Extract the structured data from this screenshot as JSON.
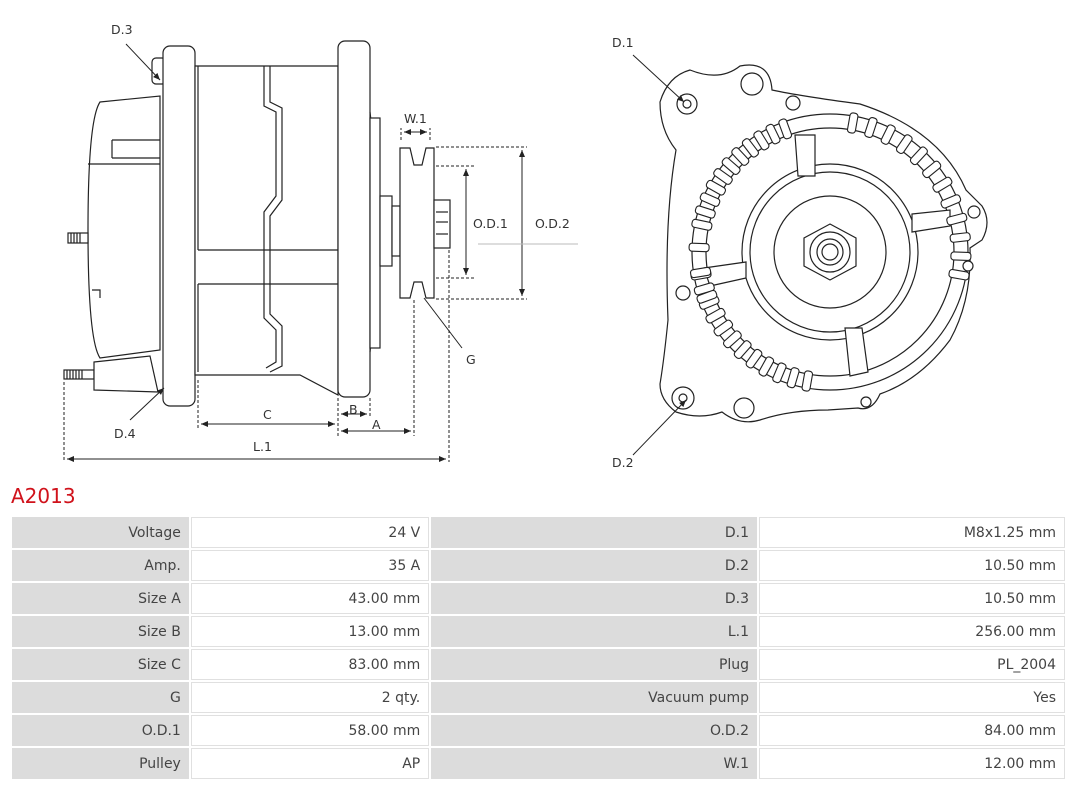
{
  "diagram": {
    "labels": {
      "d3": "D.3",
      "d4": "D.4",
      "w1": "W.1",
      "od1": "O.D.1",
      "od2": "O.D.2",
      "g": "G",
      "c": "C",
      "b": "B",
      "a": "A",
      "l1": "L.1",
      "d1": "D.1",
      "d2": "D.2"
    }
  },
  "product": {
    "code": "A2013"
  },
  "specs": [
    {
      "k1": "Voltage",
      "v1": "24 V",
      "k2": "D.1",
      "v2": "M8x1.25 mm"
    },
    {
      "k1": "Amp.",
      "v1": "35 A",
      "k2": "D.2",
      "v2": "10.50 mm"
    },
    {
      "k1": "Size A",
      "v1": "43.00 mm",
      "k2": "D.3",
      "v2": "10.50 mm"
    },
    {
      "k1": "Size B",
      "v1": "13.00 mm",
      "k2": "L.1",
      "v2": "256.00 mm"
    },
    {
      "k1": "Size C",
      "v1": "83.00 mm",
      "k2": "Plug",
      "v2": "PL_2004"
    },
    {
      "k1": "G",
      "v1": "2 qty.",
      "k2": "Vacuum pump",
      "v2": "Yes"
    },
    {
      "k1": "O.D.1",
      "v1": "58.00 mm",
      "k2": "O.D.2",
      "v2": "84.00 mm"
    },
    {
      "k1": "Pulley",
      "v1": "AP",
      "k2": "W.1",
      "v2": "12.00 mm"
    }
  ]
}
